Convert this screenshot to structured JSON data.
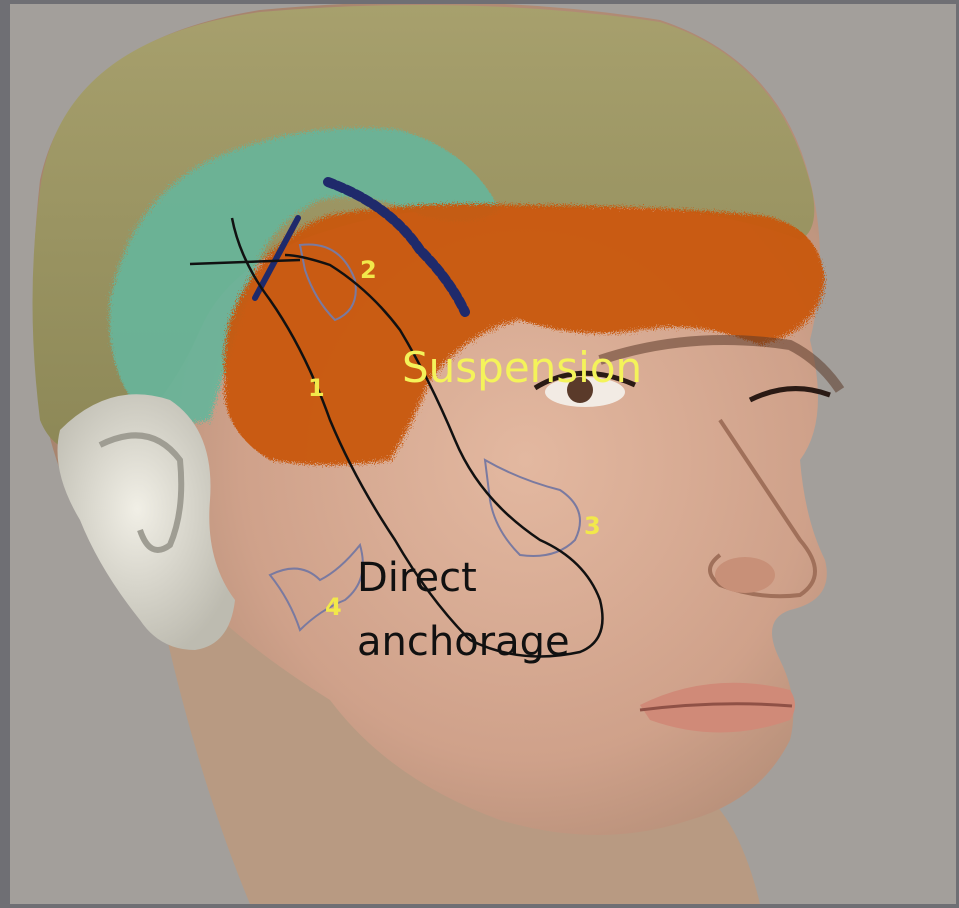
{
  "labels": {
    "suspension": "Suspension",
    "direct_line1": "Direct",
    "direct_line2": "anchorage",
    "points": [
      "1",
      "2",
      "3",
      "4"
    ]
  },
  "colors": {
    "background": "#a39f9b",
    "scalp": "#8f8a5c",
    "skin": "#d8ab93",
    "ear": "#d9d7cc",
    "teal_zone": "#67b59a",
    "orange_zone": "#c9590e",
    "navy_mark": "#1f2a6b",
    "label_yellow": "#f4f35a",
    "outline": "#111111",
    "vein": "#7a7aa0"
  }
}
